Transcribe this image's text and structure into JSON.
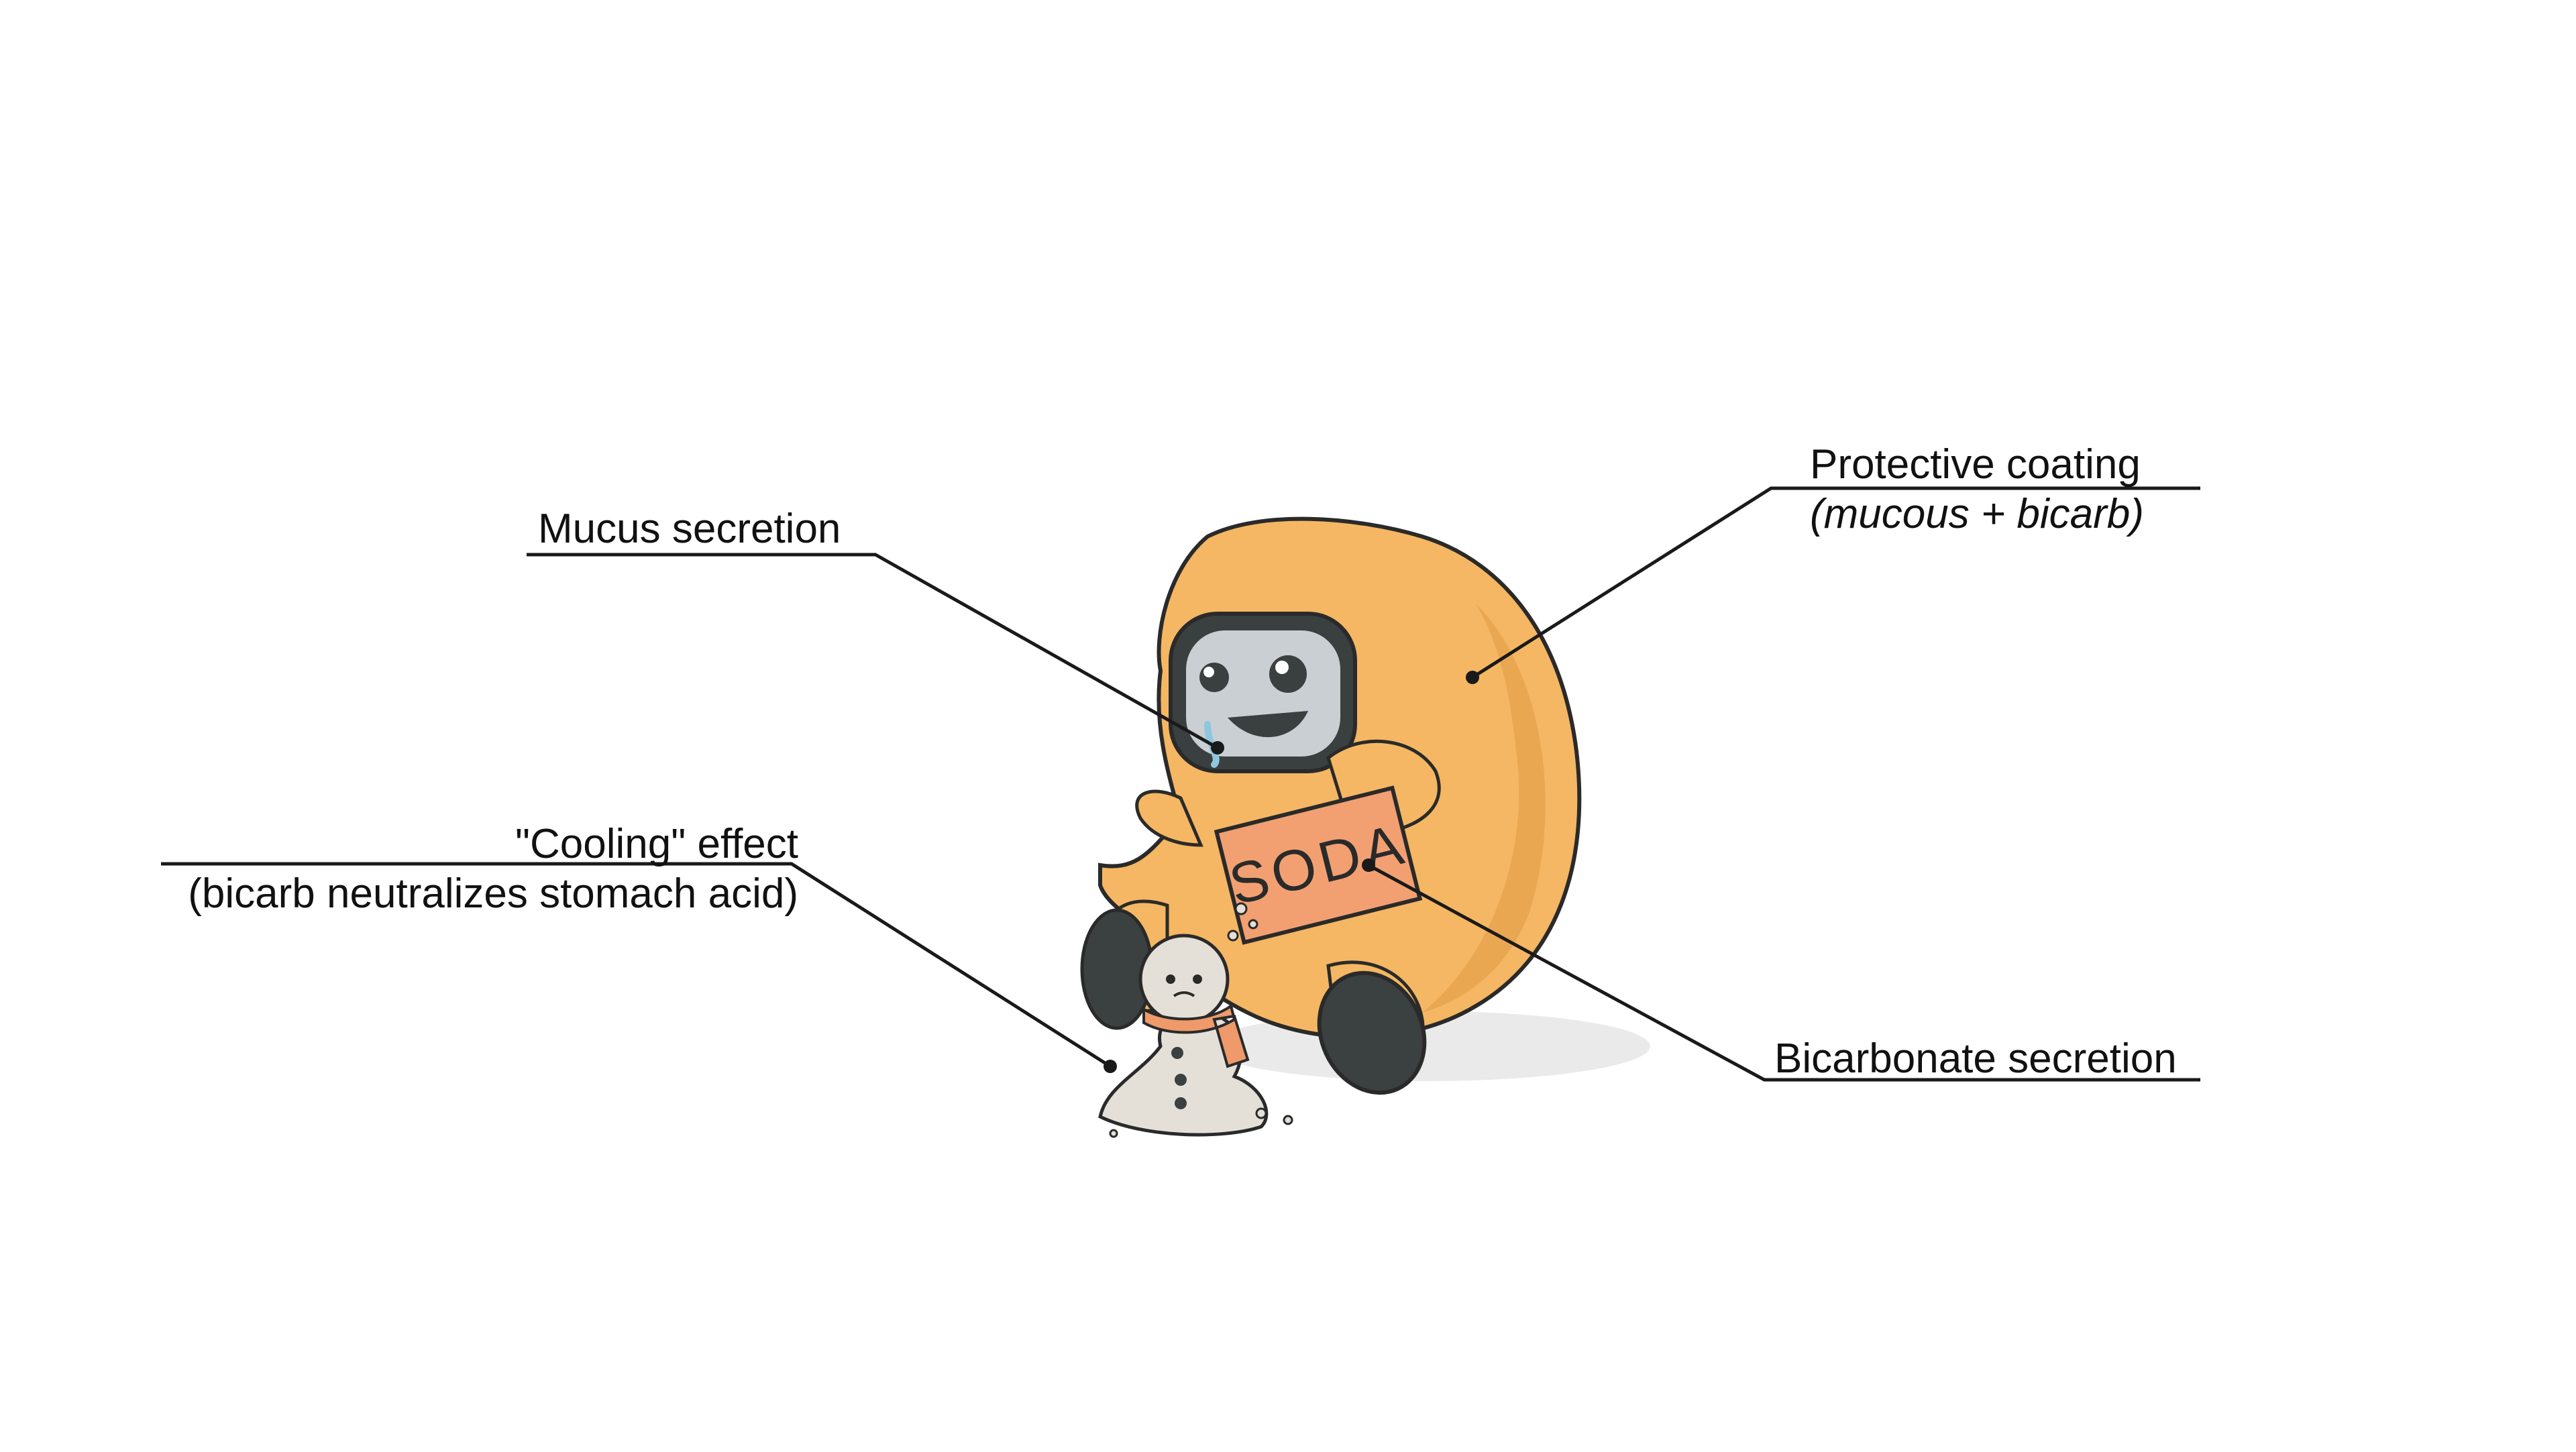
{
  "labels": {
    "mucus": {
      "line1": "Mucus secretion"
    },
    "coating": {
      "line1": "Protective coating",
      "line2": "(mucous + bicarb)"
    },
    "cooling": {
      "line1": "\"Cooling\" effect",
      "line2": "(bicarb neutralizes stomach acid)"
    },
    "bicarb": {
      "line1": "Bicarbonate secretion"
    }
  },
  "illustration": {
    "box_text": "SODA",
    "character": "stomach-character-icon",
    "snowman": "snowman-icon"
  },
  "colors": {
    "body": "#F5B763",
    "body_shade": "#E09A45",
    "outline": "#2A2A2A",
    "visor": "#3A3F3F",
    "face": "#C9CFD2",
    "box": "#F2A072",
    "snow": "#E4E0D8",
    "scarf": "#EE9A6B",
    "boot": "#3B4040"
  }
}
